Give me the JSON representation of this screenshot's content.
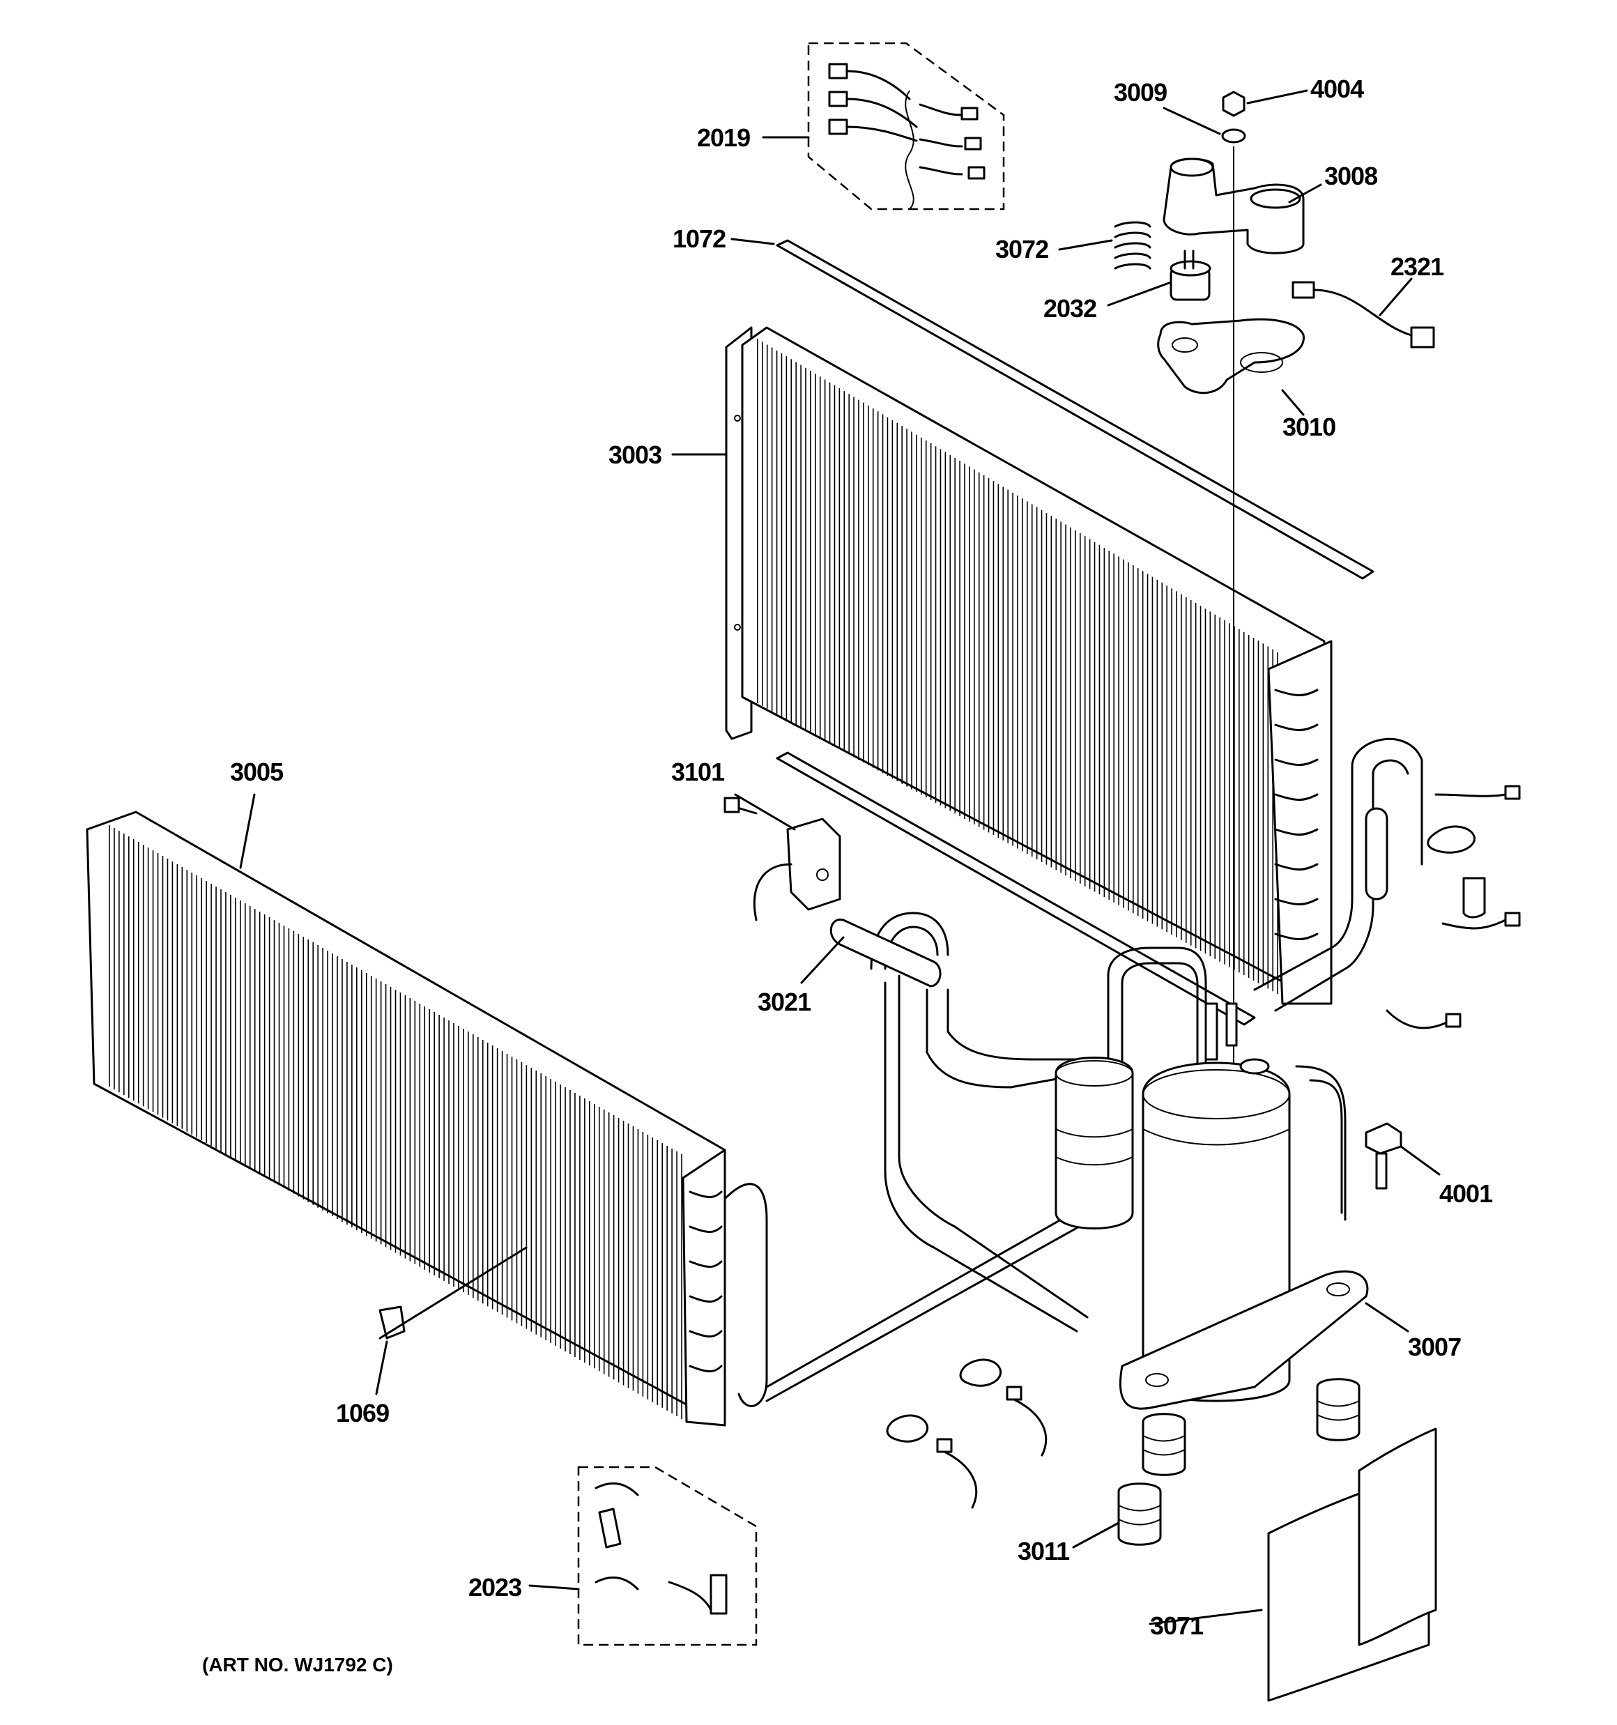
{
  "callouts": {
    "c2019": "2019",
    "c1072": "1072",
    "c3003": "3003",
    "c3009": "3009",
    "c4004": "4004",
    "c3008": "3008",
    "c3072": "3072",
    "c2032": "2032",
    "c2321": "2321",
    "c3010": "3010",
    "c3005": "3005",
    "c3101": "3101",
    "c3021": "3021",
    "c4001": "4001",
    "c3007": "3007",
    "c1069": "1069",
    "c3011": "3011",
    "c2023": "2023",
    "c3071": "3071"
  },
  "art_number": "(ART NO. WJ1792 C)"
}
